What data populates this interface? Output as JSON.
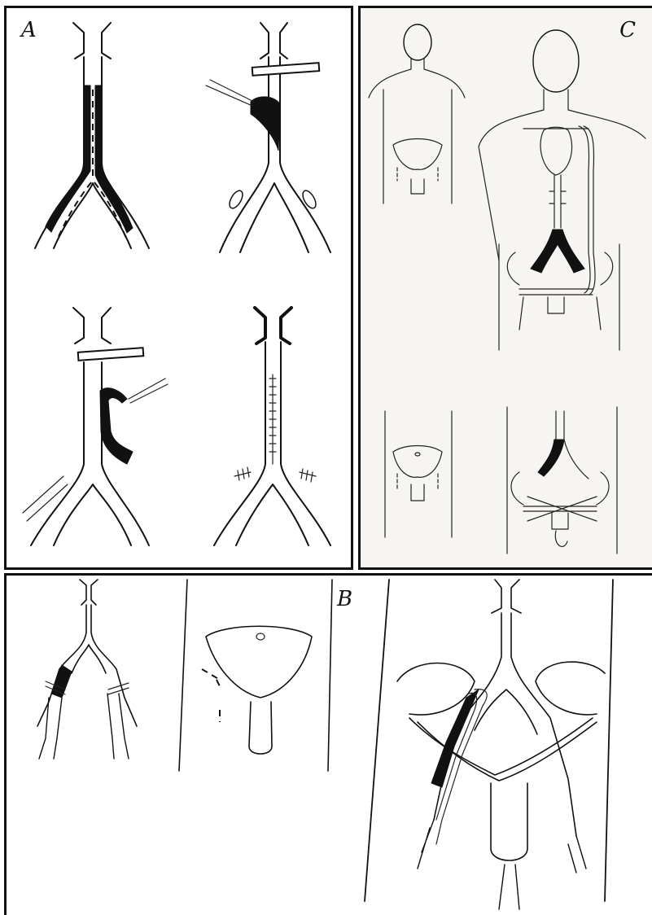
{
  "panels": {
    "a": {
      "letter": "A"
    },
    "b": {
      "letter": "B"
    },
    "c": {
      "letter": "C"
    }
  },
  "colors": {
    "ink": "#111111",
    "paper": "#ffffff",
    "panel_c_paper": "#f6f5f1"
  }
}
